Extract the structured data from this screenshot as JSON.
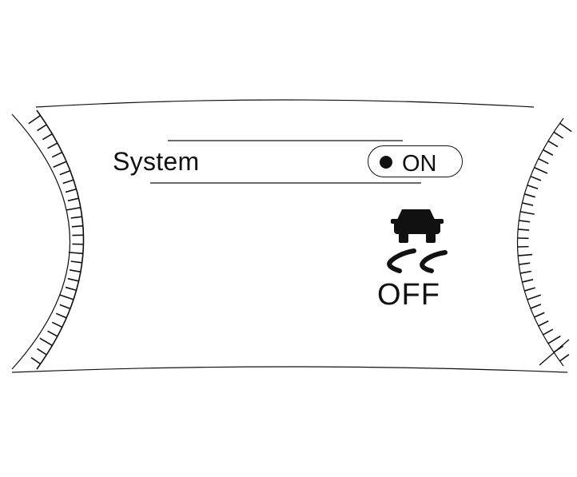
{
  "setting": {
    "label": "System",
    "toggle_state": "ON"
  },
  "indicator": {
    "icon": "traction-control-off-icon",
    "text": "OFF"
  },
  "gauges": {
    "left": "left-gauge-arc",
    "right": "right-gauge-arc"
  },
  "colors": {
    "ink": "#111111",
    "background": "#ffffff"
  }
}
